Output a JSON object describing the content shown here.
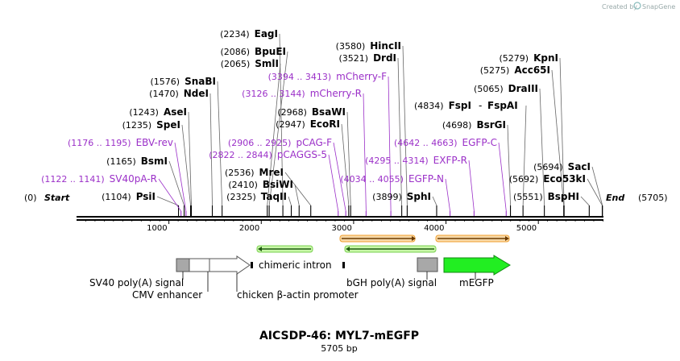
{
  "credit": {
    "text": "Created by",
    "brand": "SnapGene"
  },
  "map": {
    "name": "AICSDP-46: MYL7-mEGFP",
    "length_label": "5705 bp",
    "length": 5705,
    "start": {
      "pos": "(0)",
      "label": "Start"
    },
    "end": {
      "pos": "(5705)",
      "label": "End"
    }
  },
  "ruler_ticks": [
    "1000",
    "2000",
    "3000",
    "4000",
    "5000"
  ],
  "enzymes": [
    {
      "name": "EagI",
      "pos": "(2234)",
      "site": 2234
    },
    {
      "name": "BpuEI",
      "pos": "(2086)",
      "site": 2086
    },
    {
      "name": "SmlI",
      "pos": "(2065)",
      "site": 2065
    },
    {
      "name": "SnaBI",
      "pos": "(1576)",
      "site": 1576
    },
    {
      "name": "NdeI",
      "pos": "(1470)",
      "site": 1470
    },
    {
      "name": "AseI",
      "pos": "(1243)",
      "site": 1243
    },
    {
      "name": "SpeI",
      "pos": "(1235)",
      "site": 1235
    },
    {
      "name": "BsmI",
      "pos": "(1165)",
      "site": 1165
    },
    {
      "name": "PsiI",
      "pos": "(1104)",
      "site": 1104
    },
    {
      "name": "HincII",
      "pos": "(3580)",
      "site": 3580
    },
    {
      "name": "DrdI",
      "pos": "(3521)",
      "site": 3521
    },
    {
      "name": "BsaWI",
      "pos": "(2968)",
      "site": 2968
    },
    {
      "name": "EcoRI",
      "pos": "(2947)",
      "site": 2947
    },
    {
      "name": "MreI",
      "pos": "(2536)",
      "site": 2536
    },
    {
      "name": "BsiWI",
      "pos": "(2410)",
      "site": 2410
    },
    {
      "name": "TaqII",
      "pos": "(2325)",
      "site": 2325
    },
    {
      "name": "SphI",
      "pos": "(3899)",
      "site": 3899
    },
    {
      "name": "KpnI",
      "pos": "(5279)",
      "site": 5279
    },
    {
      "name": "Acc65I",
      "pos": "(5275)",
      "site": 5275
    },
    {
      "name": "DraIII",
      "pos": "(5065)",
      "site": 5065
    },
    {
      "name": "FspI",
      "pos": "(4834)",
      "site": 4834,
      "extra": "FspAI"
    },
    {
      "name": "BsrGI",
      "pos": "(4698)",
      "site": 4698
    },
    {
      "name": "SacI",
      "pos": "(5694)",
      "site": 5694
    },
    {
      "name": "Eco53kI",
      "pos": "(5692)",
      "site": 5692
    },
    {
      "name": "BspHI",
      "pos": "(5551)",
      "site": 5551
    }
  ],
  "primers": [
    {
      "range": "(3394 .. 3413)",
      "name": "mCherry-F",
      "site": 3403
    },
    {
      "range": "(3126 .. 3144)",
      "name": "mCherry-R",
      "site": 3135
    },
    {
      "range": "(2906 .. 2925)",
      "name": "pCAG-F",
      "site": 2915
    },
    {
      "range": "(2822 .. 2844)",
      "name": "pCAGGS-5",
      "site": 2833
    },
    {
      "range": "(1176 .. 1195)",
      "name": "EBV-rev",
      "site": 1185
    },
    {
      "range": "(1122 .. 1141)",
      "name": "SV40pA-R",
      "site": 1131
    },
    {
      "range": "(4642 .. 4663)",
      "name": "EGFP-C",
      "site": 4652
    },
    {
      "range": "(4295 .. 4314)",
      "name": "EXFP-R",
      "site": 4304
    },
    {
      "range": "(4034 .. 4055)",
      "name": "EGFP-N",
      "site": 4044
    }
  ],
  "features": [
    {
      "name": "SV40 poly(A) signal"
    },
    {
      "name": "CMV enhancer"
    },
    {
      "name": "chimeric intron"
    },
    {
      "name": "chicken β-actin promoter"
    },
    {
      "name": "bGH poly(A) signal"
    },
    {
      "name": "mEGFP"
    }
  ],
  "colors": {
    "enzyme": "#000000",
    "primer": "#9b30c8",
    "feature_green": "#22ee22",
    "orf": "#f0a030"
  }
}
